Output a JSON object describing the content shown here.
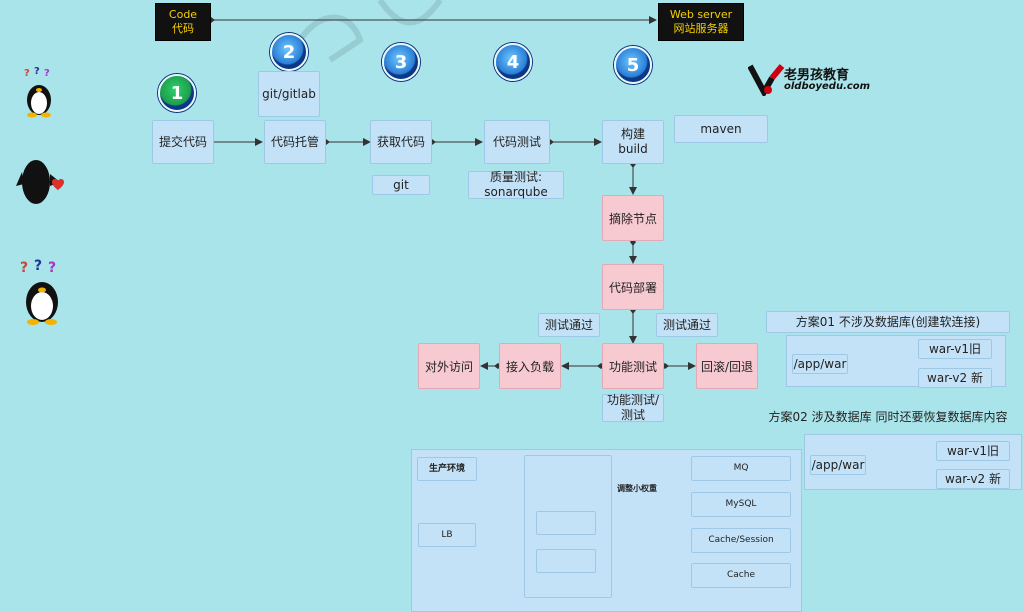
{
  "header": {
    "code_box": {
      "line1": "Code",
      "line2": "代码"
    },
    "web_box": {
      "line1": "Web server",
      "line2": "网站服务器"
    }
  },
  "logo": {
    "title": "老男孩教育",
    "subtitle": "oldboyedu.com"
  },
  "steps": {
    "n1": "1",
    "n2": "2",
    "n3": "3",
    "n4": "4",
    "n5": "5"
  },
  "pipeline": {
    "submit": "提交代码",
    "host": "代码托管",
    "host_tool": "git/gitlab",
    "fetch": "获取代码",
    "fetch_tool": "git",
    "test": "代码测试",
    "quality_line1": "质量测试:",
    "quality_line2": "sonarqube",
    "build_line1": "构建",
    "build_line2": "build",
    "build_tool": "maven",
    "remove_node": "摘除节点",
    "deploy": "代码部署",
    "func_test": "功能测试",
    "func_test_note_line1": "功能测试/",
    "func_test_note_line2": "测试",
    "pass_left": "测试通过",
    "pass_right": "测试通过",
    "lb_join": "接入负载",
    "external": "对外访问",
    "rollback": "回滚/回退"
  },
  "plan01": {
    "title": "方案01 不涉及数据库(创建软连接)",
    "path": "/app/war",
    "v1": "war-v1旧",
    "v2": "war-v2 新"
  },
  "plan02": {
    "title": "方案02  涉及数据库 同时还要恢复数据库内容",
    "path": "/app/war",
    "v1": "war-v1旧",
    "v2": "war-v2 新"
  },
  "production": {
    "title": "生产环境",
    "lb": "LB",
    "weight_note": "调整小权重",
    "services": [
      "MQ",
      "MySQL",
      "Cache/Session",
      "Cache"
    ]
  },
  "colors": {
    "background": "#a9e4ea",
    "blue_box": "#c4e2f7",
    "pink_box": "#f7c9d1",
    "dark_box": "#111111",
    "yellow_text": "#f5d000"
  },
  "icons": [
    "penguin-confused-icon",
    "penguin-heart-silhouette-icon",
    "penguin-question-icon"
  ]
}
